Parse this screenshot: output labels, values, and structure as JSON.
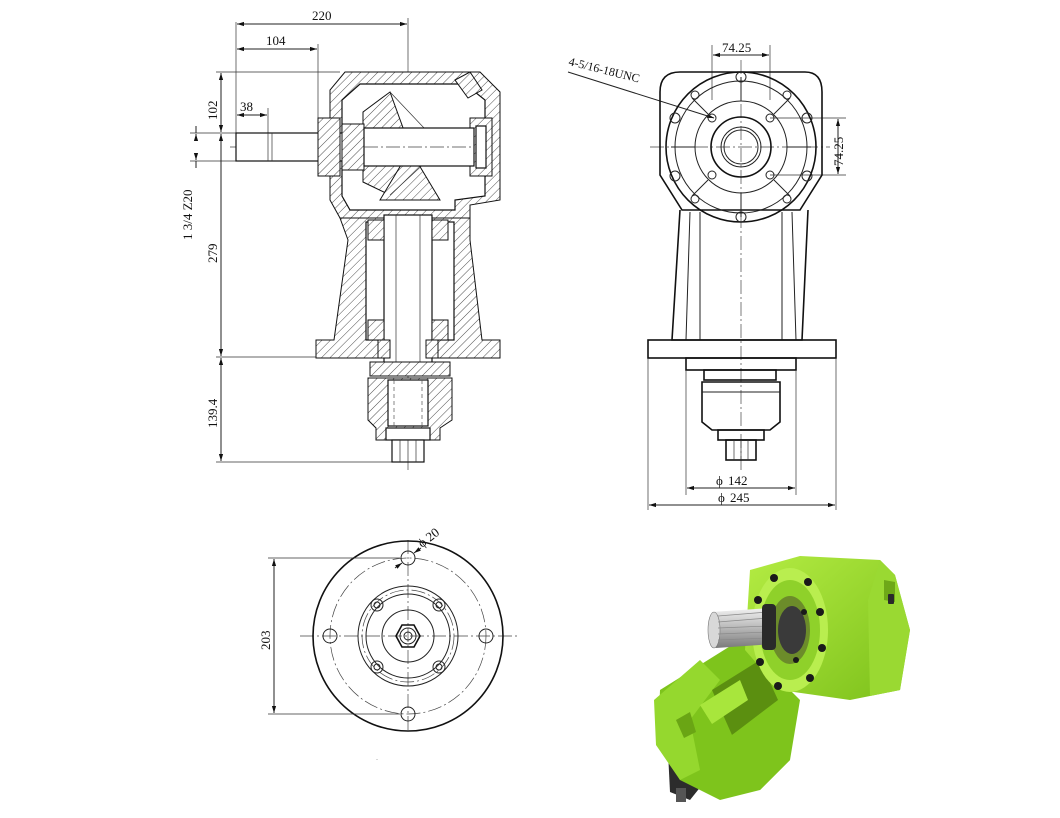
{
  "dimensions": {
    "front_view": {
      "total_width": "220",
      "half_width": "104",
      "height_top": "102",
      "shaft_length": "38",
      "input_shaft": "1 3/4 Z20",
      "body_height": "279",
      "output_height": "139.4"
    },
    "side_view": {
      "bolt_thread": "4-5/16-18UNC",
      "bolt_spacing_h": "74.25",
      "bolt_spacing_v": "74.25",
      "inner_diameter": "142",
      "outer_diameter": "245"
    },
    "bottom_view": {
      "hole_diameter": "20",
      "bolt_circle": "203"
    }
  },
  "colors": {
    "housing_green": "#8fd12a",
    "housing_shadow": "#5c8f12",
    "metal": "#c9c9c9",
    "dark": "#2a2a2a"
  }
}
